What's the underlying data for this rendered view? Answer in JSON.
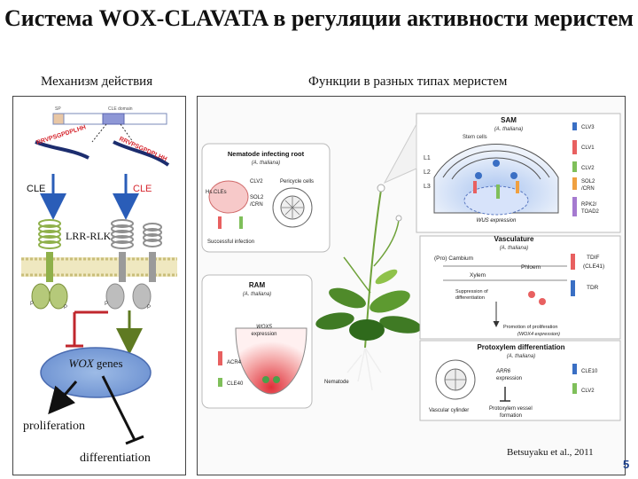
{
  "title": "Система WOX-CLAVATA в регуляции активности меристем",
  "left_heading": "Механизм действия",
  "right_heading": "Функции в разных типах меристем",
  "mechanism": {
    "sp_label": "SP",
    "domain_label": "CLE domain",
    "peptide_left": "RRVPSGPDPLHH",
    "peptide_right": "RRVPSGPDPLHH",
    "cle_left": "CLE",
    "cle_right": "CLE",
    "receptor_label": "LRR-RLK",
    "wox_italic": "WOX",
    "wox_rest": " genes",
    "proliferation": "proliferation",
    "differentiation": "differentiation"
  },
  "panels": {
    "nematode": {
      "title": "Nematode infecting root",
      "species": "(A. thaliana)",
      "clv2": "CLV2",
      "hscles": "Hs.CLEs",
      "sol2": "SOL2",
      "crn": "/CRN",
      "pericycle": "Pericycle cells",
      "success": "Successful infection"
    },
    "sam": {
      "title": "SAM",
      "species": "(A. thaliana)",
      "stem": "Stem cells",
      "l1": "L1",
      "l2": "L2",
      "l3": "L3",
      "wus": "WUS expression",
      "legend": [
        "CLV3",
        "CLV1",
        "CLV2",
        "SOL2",
        "/CRN",
        "RPK2/",
        "TOAD2"
      ]
    },
    "vasculature": {
      "title": "Vasculature",
      "species": "(A. thaliana)",
      "cambium": "(Pro) Cambium",
      "phloem": "Phloem",
      "xylem": "Xylem",
      "suppression": "Suppression of",
      "differentiation": "differentiation",
      "promotion": "Promotion of proliferation",
      "wox4": "(WOX4 expression)",
      "tdif": "TDIF",
      "clef": "(CLE41)",
      "tdr": "TDR"
    },
    "ram": {
      "title": "RAM",
      "species": "(A. thaliana)",
      "wox5": "WOX5",
      "expression": "expression",
      "acr4": "ACR4",
      "cle40": "CLE40"
    },
    "protoxylem": {
      "title": "Protoxylem differentiation",
      "species": "(A. thaliana)",
      "arr6": "ARR6",
      "expression": "expression",
      "cle10": "CLE10",
      "clv2": "CLV2",
      "protoxylem": "Protoxylem vessel",
      "formation": "formation",
      "vascular": "Vascular cylinder"
    },
    "nematode_label": "Nematode"
  },
  "credit": "Betsuyaku et al., 2011",
  "page_number": "5",
  "colors": {
    "cle_arrow": "#3a6fc4",
    "receptor_green": "#8fb04a",
    "inhibit_red": "#c0272d",
    "promote_olive": "#5f7a22",
    "wox_ellipse": "#7a9fd8",
    "membrane": "#d9d09a"
  }
}
